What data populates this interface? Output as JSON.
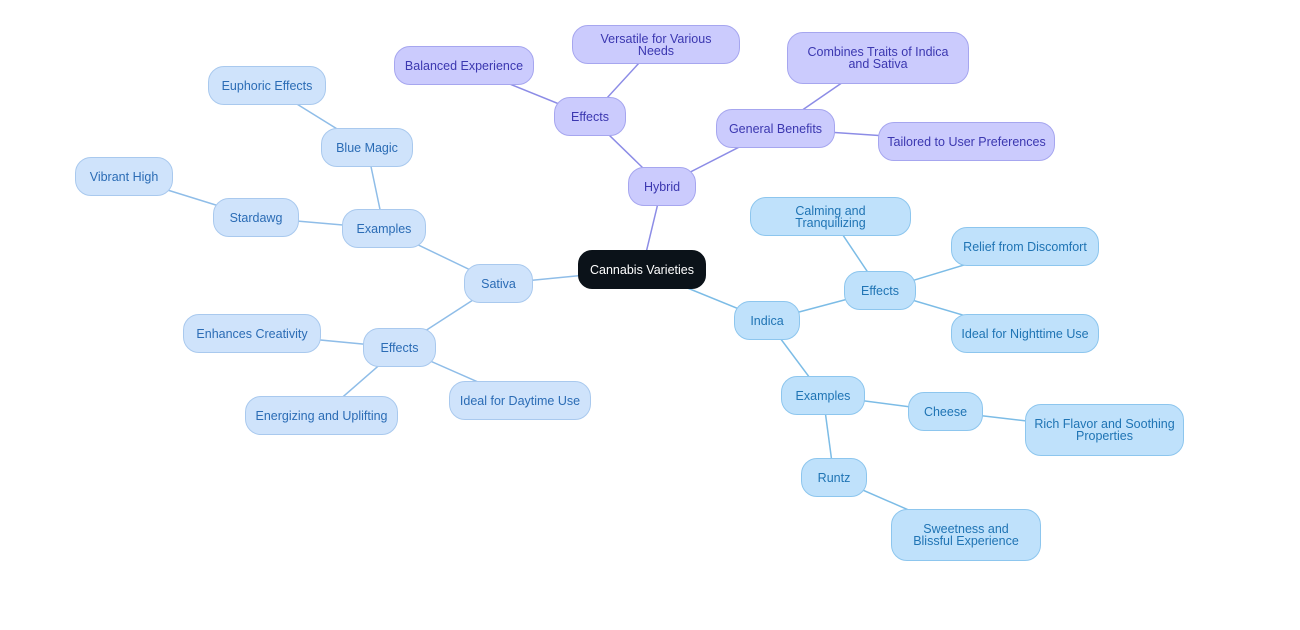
{
  "colors": {
    "root_bg": "#0b1219",
    "hybrid_fill": "#cbcbfd",
    "hybrid_line": "#8c8ce6",
    "sativa_fill": "#cfe3fb",
    "sativa_line": "#8fbde8",
    "indica_fill": "#bfe1fb",
    "indica_line": "#7cbce6"
  },
  "mindmap": {
    "root": "Cannabis Varieties",
    "hybrid": {
      "label": "Hybrid",
      "effects": {
        "label": "Effects",
        "items": [
          "Balanced Experience",
          "Versatile for Various Needs"
        ]
      },
      "general_benefits": {
        "label": "General Benefits",
        "items": [
          "Combines Traits of Indica and Sativa",
          "Tailored to User Preferences"
        ]
      }
    },
    "sativa": {
      "label": "Sativa",
      "examples": {
        "label": "Examples",
        "blue_magic": {
          "label": "Blue Magic",
          "item": "Euphoric Effects"
        },
        "stardawg": {
          "label": "Stardawg",
          "item": "Vibrant High"
        }
      },
      "effects": {
        "label": "Effects",
        "items": [
          "Enhances Creativity",
          "Energizing and Uplifting",
          "Ideal for Daytime Use"
        ]
      }
    },
    "indica": {
      "label": "Indica",
      "effects": {
        "label": "Effects",
        "items": [
          "Calming and Tranquilizing",
          "Relief from Discomfort",
          "Ideal for Nighttime Use"
        ]
      },
      "examples": {
        "label": "Examples",
        "cheese": {
          "label": "Cheese",
          "item": "Rich Flavor and Soothing Properties"
        },
        "runtz": {
          "label": "Runtz",
          "item": "Sweetness and Blissful Experience"
        }
      }
    }
  }
}
